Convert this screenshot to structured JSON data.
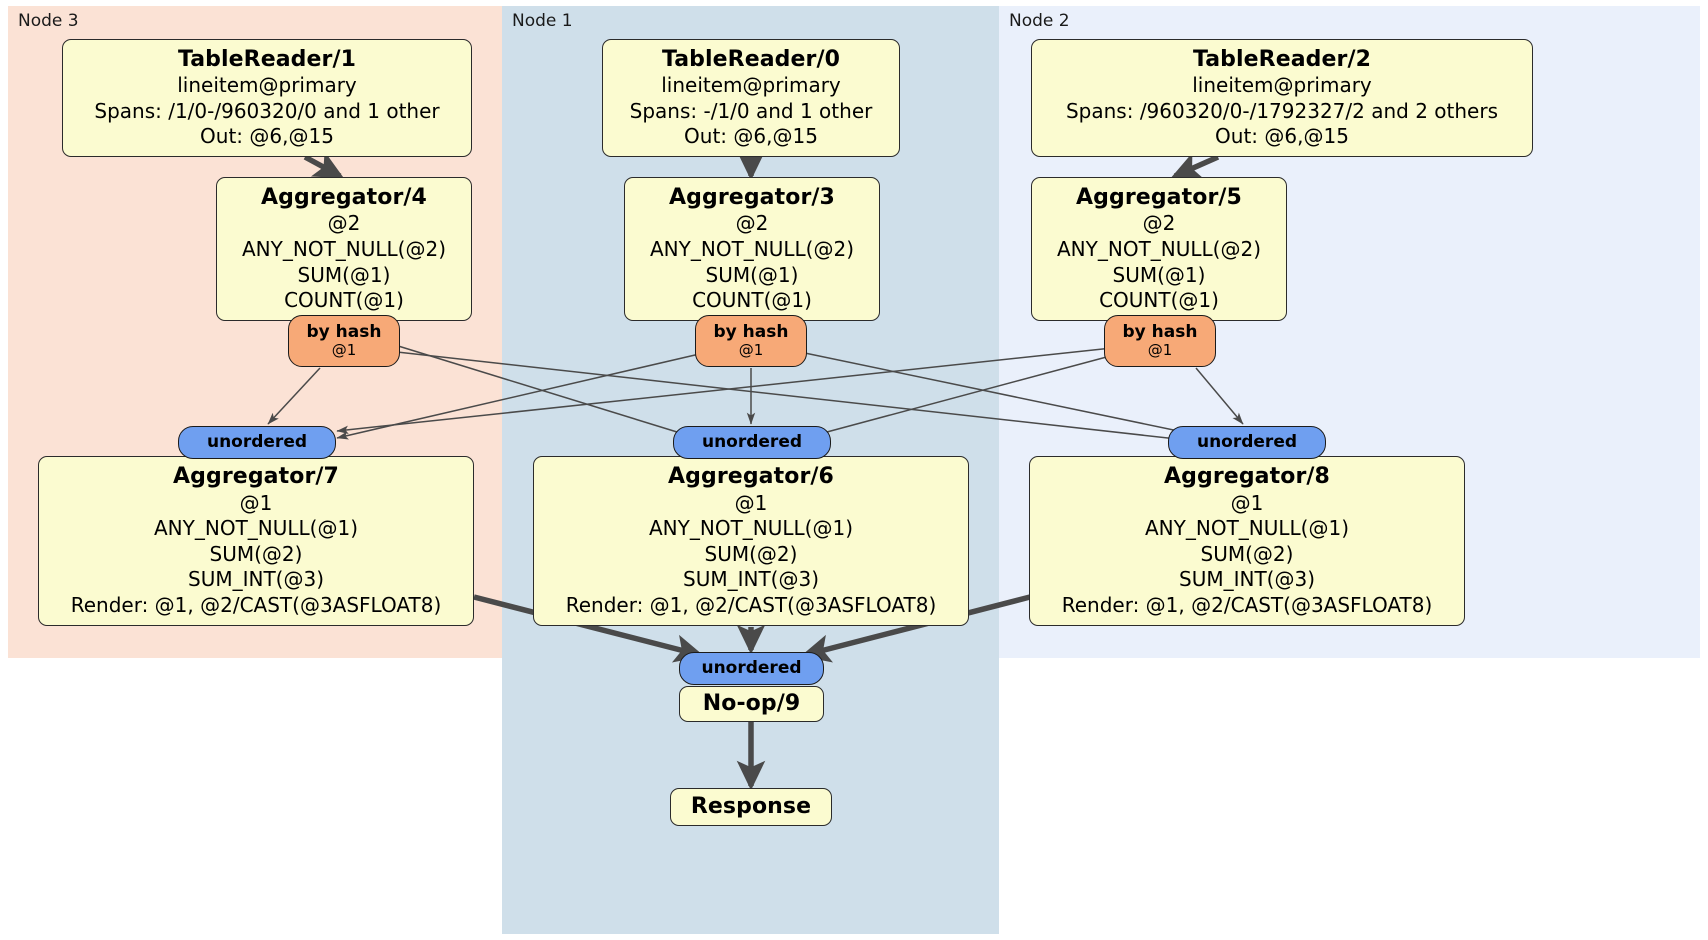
{
  "diagram": {
    "title": "Distributed SQL query plan",
    "colors": {
      "node3_panel": "#fbe2d5",
      "node1_panel": "#cfdfea",
      "node2_panel": "#eaf0fb",
      "processor_box": "#fbfbd0",
      "hash_badge": "#f7a977",
      "unordered_badge": "#6f9ff0",
      "edge": "#4a4a4a",
      "border": "#2b2b2b"
    }
  },
  "panels": [
    {
      "id": "node3",
      "label": "Node 3"
    },
    {
      "id": "node1",
      "label": "Node 1"
    },
    {
      "id": "node2",
      "label": "Node 2"
    }
  ],
  "processors": {
    "table_reader_1": {
      "title": "TableReader/1",
      "lines": [
        "lineitem@primary",
        "Spans: /1/0-/960320/0 and 1 other",
        "Out: @6,@15"
      ]
    },
    "table_reader_0": {
      "title": "TableReader/0",
      "lines": [
        "lineitem@primary",
        "Spans: -/1/0 and 1 other",
        "Out: @6,@15"
      ]
    },
    "table_reader_2": {
      "title": "TableReader/2",
      "lines": [
        "lineitem@primary",
        "Spans: /960320/0-/1792327/2 and 2 others",
        "Out: @6,@15"
      ]
    },
    "aggregator_4": {
      "title": "Aggregator/4",
      "lines": [
        "@2",
        "ANY_NOT_NULL(@2)",
        "SUM(@1)",
        "COUNT(@1)"
      ]
    },
    "aggregator_3": {
      "title": "Aggregator/3",
      "lines": [
        "@2",
        "ANY_NOT_NULL(@2)",
        "SUM(@1)",
        "COUNT(@1)"
      ]
    },
    "aggregator_5": {
      "title": "Aggregator/5",
      "lines": [
        "@2",
        "ANY_NOT_NULL(@2)",
        "SUM(@1)",
        "COUNT(@1)"
      ]
    },
    "aggregator_7": {
      "title": "Aggregator/7",
      "lines": [
        "@1",
        "ANY_NOT_NULL(@1)",
        "SUM(@2)",
        "SUM_INT(@3)",
        "Render: @1, @2/CAST(@3ASFLOAT8)"
      ]
    },
    "aggregator_6": {
      "title": "Aggregator/6",
      "lines": [
        "@1",
        "ANY_NOT_NULL(@1)",
        "SUM(@2)",
        "SUM_INT(@3)",
        "Render: @1, @2/CAST(@3ASFLOAT8)"
      ]
    },
    "aggregator_8": {
      "title": "Aggregator/8",
      "lines": [
        "@1",
        "ANY_NOT_NULL(@1)",
        "SUM(@2)",
        "SUM_INT(@3)",
        "Render: @1, @2/CAST(@3ASFLOAT8)"
      ]
    },
    "noop_9": {
      "title": "No-op/9",
      "lines": []
    },
    "response": {
      "title": "Response",
      "lines": []
    }
  },
  "routers": {
    "hash_4": {
      "title": "by hash",
      "sub": "@1"
    },
    "hash_3": {
      "title": "by hash",
      "sub": "@1"
    },
    "hash_5": {
      "title": "by hash",
      "sub": "@1"
    }
  },
  "synchronizers": {
    "unordered_7": {
      "title": "unordered"
    },
    "unordered_6": {
      "title": "unordered"
    },
    "unordered_8": {
      "title": "unordered"
    },
    "unordered_9": {
      "title": "unordered"
    }
  }
}
